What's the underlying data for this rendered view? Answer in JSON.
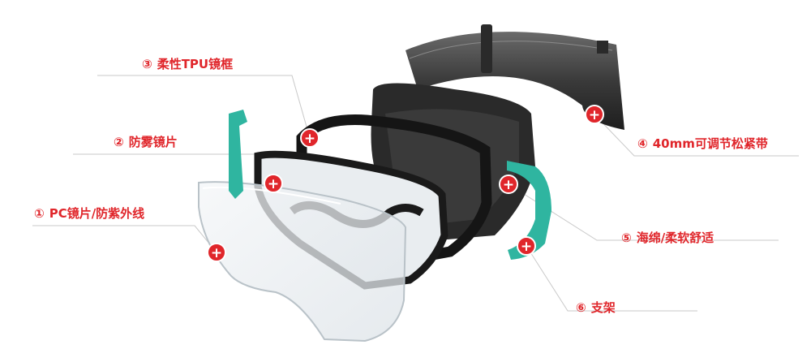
{
  "callouts": [
    {
      "num": "①",
      "text": "PC镜片/防紫外线"
    },
    {
      "num": "②",
      "text": "防雾镜片"
    },
    {
      "num": "③",
      "text": "柔性TPU镜框"
    },
    {
      "num": "④",
      "text": "40mm可调节松紧带"
    },
    {
      "num": "⑤",
      "text": "海绵/柔软舒适"
    },
    {
      "num": "⑥",
      "text": "支架"
    }
  ],
  "hotspot_symbol": "+",
  "colors": {
    "accent": "#e0262b",
    "frame": "#1c1c1c",
    "strap": "#4a4a4a",
    "teal": "#2fb5a0",
    "line": "#c9c9c9"
  }
}
